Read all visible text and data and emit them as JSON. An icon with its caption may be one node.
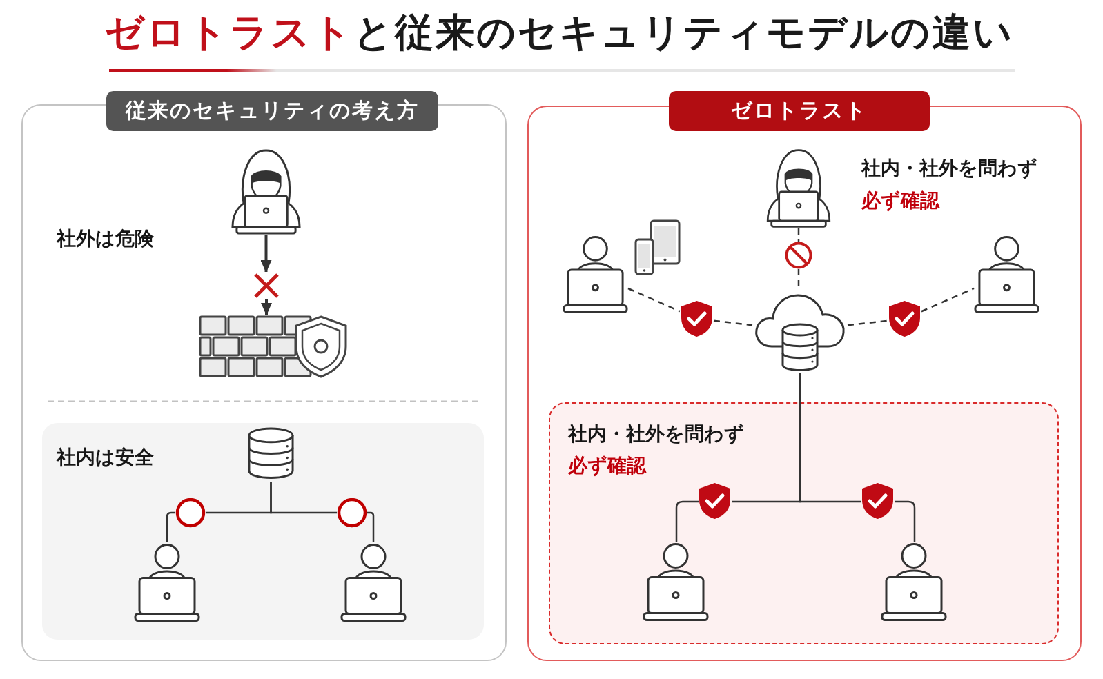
{
  "diagram": {
    "title": "**ゼロトラスト**と従来のセキュリティモデルの違い",
    "nodes": [
      {
        "text": [
          "従来のセキュリティの考え方"
        ]
      },
      {
        "text": [],
        "shape": "picture",
        "in": 0
      },
      {
        "text": [],
        "shape": "cross",
        "in": 0
      },
      {
        "text": [],
        "shape": "picture",
        "in": 0
      },
      {
        "text": [
          "社内は安全"
        ],
        "in": 0
      },
      {
        "text": [],
        "shape": "picture",
        "in": 4
      },
      {
        "text": [],
        "shape": "circle",
        "in": 4
      },
      {
        "text": [],
        "shape": "circle",
        "in": 4
      },
      {
        "text": [],
        "shape": "picture",
        "in": 4
      },
      {
        "text": [],
        "shape": "picture",
        "in": 4
      },
      {
        "text": [
          "ゼロトラスト"
        ]
      },
      {
        "text": [],
        "shape": "picture",
        "in": 10
      },
      {
        "text": [],
        "shape": "sign",
        "in": 10
      },
      {
        "text": [],
        "shape": "picture",
        "in": 10
      },
      {
        "text": [],
        "shape": "picture",
        "in": 10
      },
      {
        "text": [],
        "shape": "shield",
        "in": 10
      },
      {
        "text": [],
        "shape": "picture",
        "in": 10
      },
      {
        "text": [],
        "shape": "shield",
        "in": 10
      },
      {
        "text": [],
        "shape": "picture",
        "in": 10
      },
      {
        "text": [
          "社内・社外を問わず",
          "必ず確認"
        ],
        "in": 10
      },
      {
        "text": [],
        "shape": "shield",
        "in": 19
      },
      {
        "text": [],
        "shape": "shield",
        "in": 19
      },
      {
        "text": [],
        "shape": "picture",
        "in": 19
      },
      {
        "text": [],
        "shape": "picture",
        "in": 19
      }
    ],
    "edges": [
      {
        "from": 1,
        "to": 2,
        "arrow": "to"
      },
      {
        "from": 2,
        "to": 3,
        "arrow": "to"
      },
      {
        "from": 5,
        "to": 6,
        "arrow": "none"
      },
      {
        "from": 5,
        "to": 7,
        "arrow": "none"
      },
      {
        "from": 6,
        "to": 8,
        "arrow": "none"
      },
      {
        "from": 7,
        "to": 9,
        "arrow": "none"
      },
      {
        "from": 11,
        "to": 12,
        "arrow": "none",
        "style": "dashed"
      },
      {
        "from": 12,
        "to": 16,
        "arrow": "none",
        "style": "dashed"
      },
      {
        "from": 13,
        "to": 15,
        "arrow": "none",
        "style": "dashed"
      },
      {
        "from": 15,
        "to": 16,
        "arrow": "none",
        "style": "dashed"
      },
      {
        "from": 16,
        "to": 17,
        "arrow": "none",
        "style": "dashed"
      },
      {
        "from": 17,
        "to": 18,
        "arrow": "none",
        "style": "dashed"
      },
      {
        "from": 16,
        "to": 20,
        "arrow": "none"
      },
      {
        "from": 16,
        "to": 21,
        "arrow": "none"
      },
      {
        "from": 20,
        "to": 22,
        "arrow": "none"
      },
      {
        "from": 21,
        "to": 23,
        "arrow": "none"
      }
    ],
    "labels": [
      "社外は危険",
      "社内・社外を問わず",
      "必ず確認"
    ]
  }
}
